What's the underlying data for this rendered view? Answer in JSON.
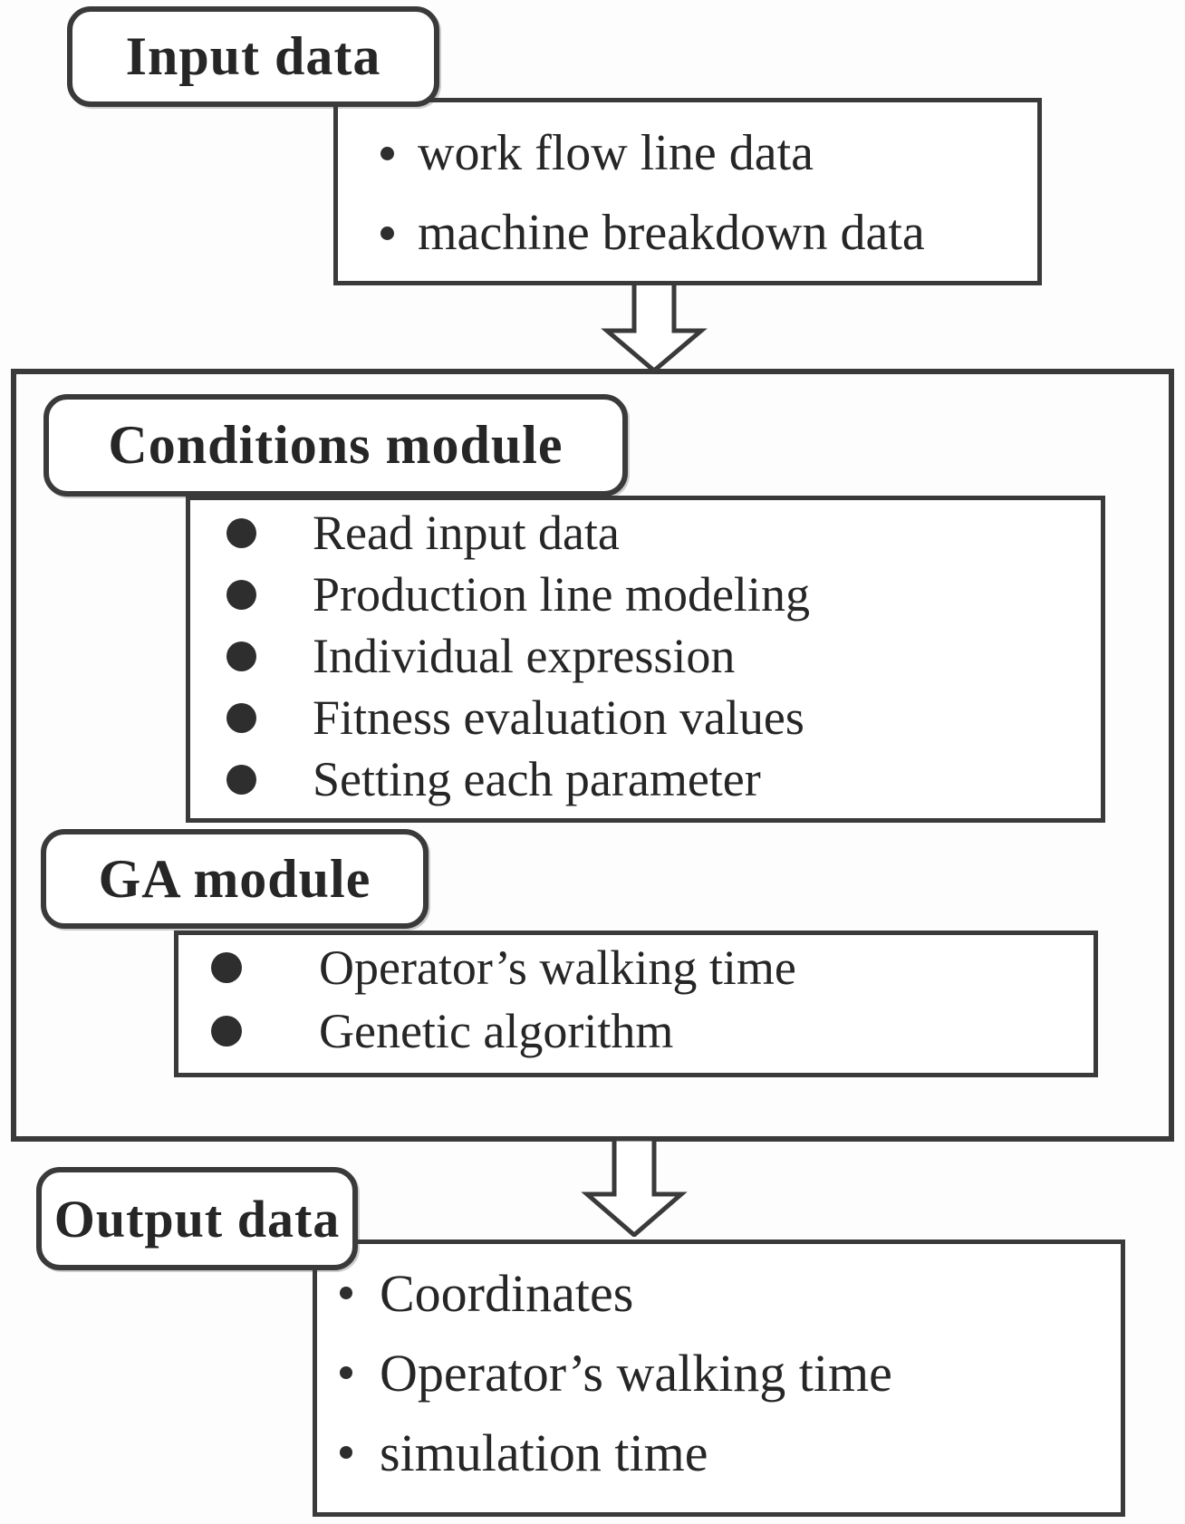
{
  "diagram": {
    "title_hint": "simulation system module flowchart",
    "colors": {
      "line": "#3a3a3a",
      "text": "#262626",
      "background": "#ffffff"
    },
    "input": {
      "label": "Input data",
      "items": [
        "work flow line data",
        "machine breakdown data"
      ]
    },
    "conditions": {
      "label": "Conditions module",
      "items": [
        "Read input data",
        "Production line modeling",
        "Individual expression",
        "Fitness evaluation values",
        "Setting each parameter"
      ]
    },
    "ga": {
      "label": "GA module",
      "items": [
        "Operator’s walking time",
        "Genetic algorithm"
      ]
    },
    "output": {
      "label": "Output data",
      "items": [
        "Coordinates",
        "Operator’s walking time",
        "simulation time"
      ]
    }
  }
}
